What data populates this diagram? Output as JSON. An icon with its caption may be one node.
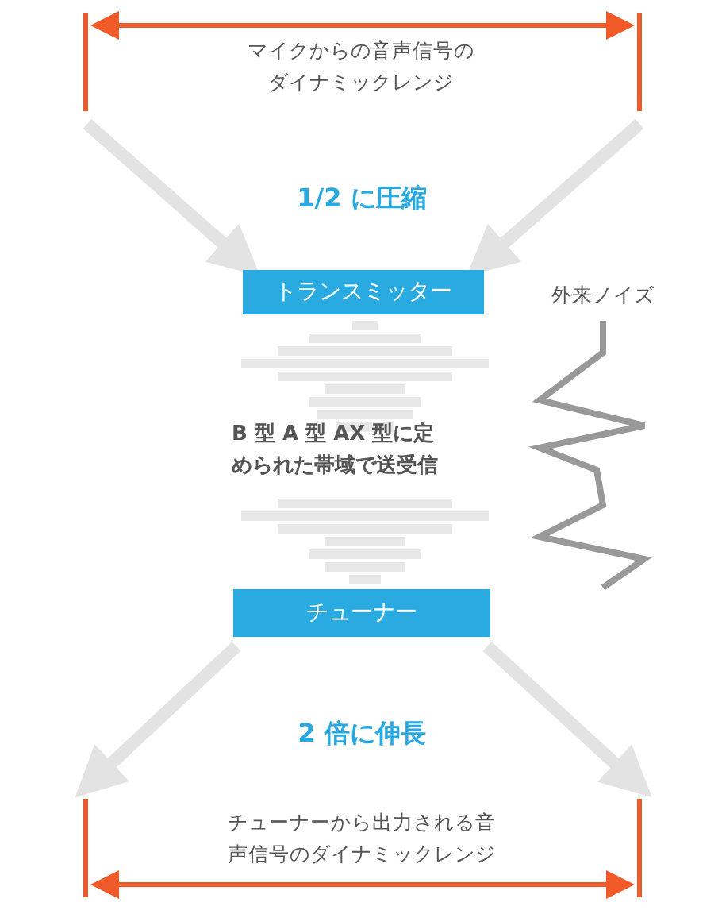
{
  "diagram": {
    "nodes": [
      {
        "text": [
          "トランスミッター"
        ]
      },
      {
        "text": [
          "チューナー"
        ]
      }
    ],
    "edges": [
      {
        "from": null,
        "to": 0,
        "arrow": "to"
      },
      {
        "from": null,
        "to": 0,
        "arrow": "to"
      },
      {
        "from": 1,
        "to": null,
        "arrow": "to"
      },
      {
        "from": 1,
        "to": null,
        "arrow": "to"
      }
    ],
    "labels": [
      "マイクからの音声信号のダイナミックレンジ",
      "1/2 に圧縮",
      "外来ノイズ",
      "B 型 A 型 AX 型に定められた帯域で送受信",
      "2 倍に伸長",
      "チューナーから出力される音声信号のダイナミックレンジ"
    ]
  }
}
